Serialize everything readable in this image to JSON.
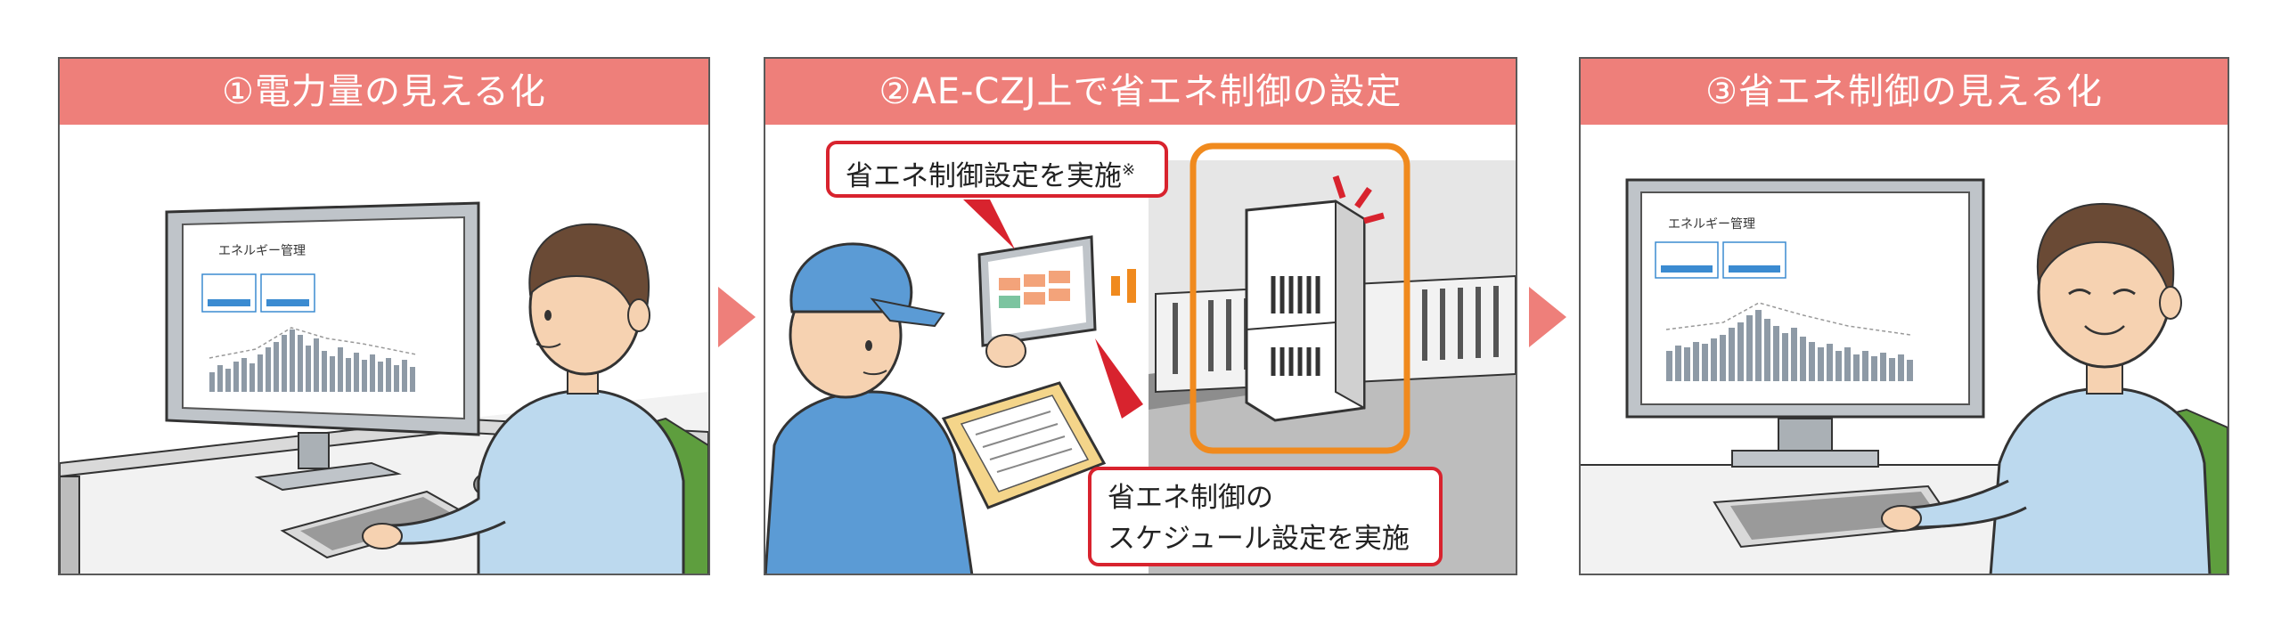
{
  "panels": [
    {
      "title": "①電力量の見える化",
      "screen_title": "エネルギー管理"
    },
    {
      "title": "②AE-CZJ上で省エネ制御の設定",
      "callout_top": "省エネ制御設定を実施",
      "callout_top_mark": "※",
      "callout_bottom_1": "省エネ制御の",
      "callout_bottom_2": "スケジュール設定を実施"
    },
    {
      "title": "③省エネ制御の見える化",
      "screen_title": "エネルギー管理"
    }
  ],
  "colors": {
    "header": "#ee7f7a",
    "callout_border": "#d8232e",
    "highlight": "#f08a1e",
    "shirt": "#bcd9ee",
    "uniform": "#5b9bd5",
    "chair": "#5e9e3e"
  },
  "icons": [
    "arrow-right-icon",
    "arrow-right-icon"
  ]
}
